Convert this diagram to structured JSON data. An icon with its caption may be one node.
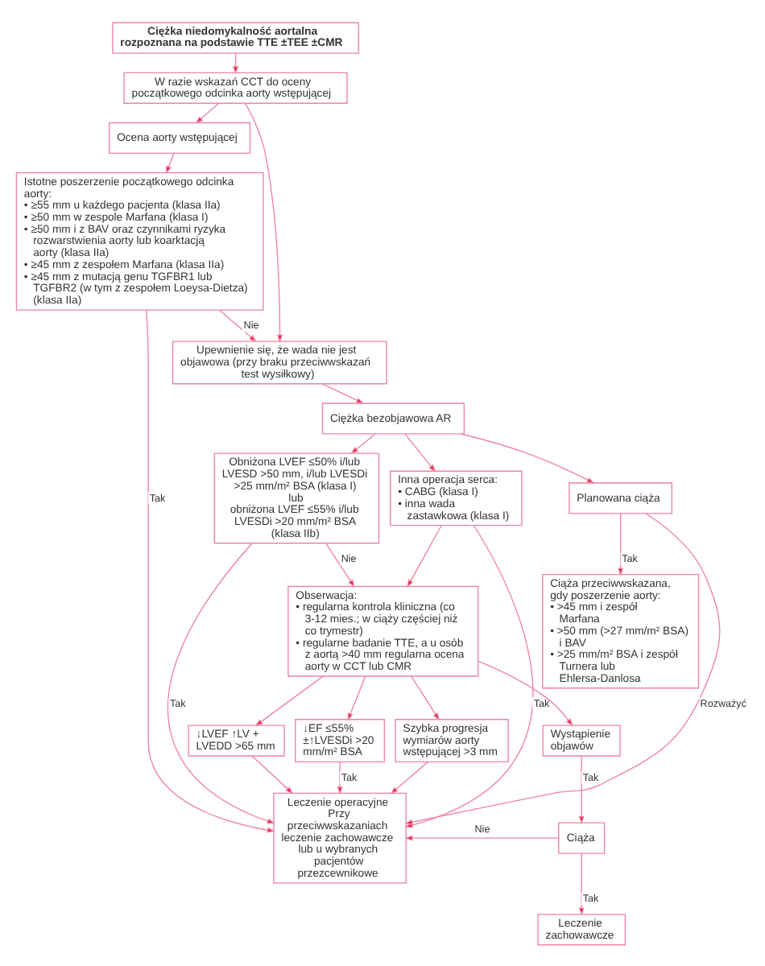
{
  "diagram": {
    "nodes": [
      {
        "text": [
          "Ciężka niedomykalność aortalna rozpoznana na podstawie TTE ±TEE ±CMR"
        ]
      },
      {
        "text": [
          "W razie wskazań CCT do oceny początkowego odcinka aorty wstępującej"
        ]
      },
      {
        "text": [
          "Ocena aorty wstępującej"
        ]
      },
      {
        "text": [
          "Istotne poszerzenie początkowego odcinka aorty:",
          "• ≥55 mm u każdego pacjenta (klasa IIa)",
          "• ≥50 mm w zespole Marfana (klasa I)",
          "• ≥50 mm i z BAV oraz czynnikami ryzyka rozwarstwienia aorty lub koarktacją aorty (klasa IIa)",
          "• ≥45 mm z zespołem Marfana (klasa IIa)",
          "• ≥45 mm z mutacją genu TGFBR1 lub TGFBR2 (w tym z zespołem Loeysa-Dietza) (klasa IIa)"
        ]
      },
      {
        "text": [
          "Upewnienie się, że wada nie jest objawowa (przy braku przeciwwskazań test wysiłkowy)"
        ]
      },
      {
        "text": [
          "Ciężka bezobjawowa AR"
        ]
      },
      {
        "text": [
          "Obniżona LVEF ≤50% i/lub LVESD >50 mm, i/lub LVESDi >25 mm/m² BSA (klasa I)",
          "lub",
          "obniżona LVEF ≤55% i/lub LVESDi >20 mm/m² BSA (klasa IIb)"
        ]
      },
      {
        "text": [
          "Inna operacja serca:",
          "• CABG (klasa I)",
          "• inna wada zastawkowa (klasa I)"
        ]
      },
      {
        "text": [
          "Planowana ciąża"
        ]
      },
      {
        "text": [
          "Ciąża przeciwwskazana, gdy poszerzenie aorty:",
          "• >45 mm i zespół Marfana",
          "• >50 mm (>27 mm/m² BSA) i BAV",
          "• >25 mm/m² BSA i zespół Turnera lub Ehlersa-Danlosa"
        ]
      },
      {
        "text": [
          "Obserwacja:",
          "• regularna kontrola kliniczna (co 3-12 mies.; w ciąży częściej niż co trymestr)",
          "• regularne badanie TTE, a u osób z aortą >40 mm regularna ocena aorty w CCT lub CMR"
        ]
      },
      {
        "text": [
          "Leczenie operacyjne",
          "Przy przeciwwskazaniach leczenie zachowawcze lub u wybranych pacjentów przezcewnikowe"
        ]
      },
      {
        "text": [
          "↓LVEF ↑LV + LVEDD >65 mm"
        ]
      },
      {
        "text": [
          "↓EF ≤55% ±↑LVESDi >20 mm/m² BSA"
        ]
      },
      {
        "text": [
          "Szybka progresja wymiarów aorty wstępującej >3 mm"
        ]
      },
      {
        "text": [
          "Wystąpienie objawów"
        ]
      },
      {
        "text": [
          "Ciąża"
        ]
      },
      {
        "text": [
          "Leczenie zachowawcze"
        ]
      }
    ],
    "edges": [
      {
        "from": 0,
        "to": 1,
        "arrow": "to"
      },
      {
        "from": 1,
        "to": 2,
        "arrow": "to"
      },
      {
        "from": 1,
        "to": 4,
        "arrow": "to"
      },
      {
        "from": 2,
        "to": 3,
        "arrow": "to"
      },
      {
        "from": 3,
        "to": 4,
        "arrow": "to",
        "label": "Nie"
      },
      {
        "from": 3,
        "to": 11,
        "arrow": "to",
        "label": "Tak"
      },
      {
        "from": 4,
        "to": 5,
        "arrow": "to"
      },
      {
        "from": 5,
        "to": 6,
        "arrow": "to"
      },
      {
        "from": 5,
        "to": 7,
        "arrow": "to"
      },
      {
        "from": 5,
        "to": 8,
        "arrow": "to"
      },
      {
        "from": 6,
        "to": 11,
        "arrow": "to",
        "label": "Tak"
      },
      {
        "from": 6,
        "to": 10,
        "arrow": "to",
        "label": "Nie"
      },
      {
        "from": 7,
        "to": 10,
        "arrow": "to"
      },
      {
        "from": 7,
        "to": 11,
        "arrow": "to",
        "label": "Tak"
      },
      {
        "from": 8,
        "to": 9,
        "arrow": "to",
        "label": "Tak"
      },
      {
        "from": 8,
        "to": 11,
        "arrow": "to",
        "label": "Rozważyć"
      },
      {
        "from": 10,
        "to": 12,
        "arrow": "to"
      },
      {
        "from": 10,
        "to": 13,
        "arrow": "to"
      },
      {
        "from": 10,
        "to": 14,
        "arrow": "to"
      },
      {
        "from": 10,
        "to": 15,
        "arrow": "to"
      },
      {
        "from": 12,
        "to": 11,
        "arrow": "to"
      },
      {
        "from": 13,
        "to": 11,
        "arrow": "to",
        "label": "Tak"
      },
      {
        "from": 14,
        "to": 11,
        "arrow": "to"
      },
      {
        "from": 15,
        "to": 16,
        "arrow": "to",
        "label": "Tak"
      },
      {
        "from": 16,
        "to": 11,
        "arrow": "to",
        "label": "Nie"
      },
      {
        "from": 16,
        "to": 17,
        "arrow": "to",
        "label": "Tak"
      }
    ]
  }
}
